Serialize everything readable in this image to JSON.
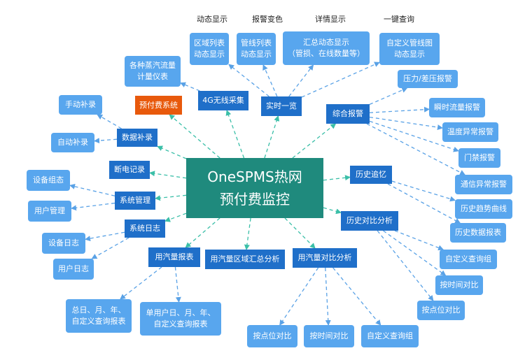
{
  "captions": [
    "动态显示",
    "报警变色",
    "详情显示",
    "一键查询"
  ],
  "center": {
    "line1": "OneSPMS热网",
    "line2": "预付费监控"
  },
  "nodes": {
    "shishi": "实时一览",
    "wuxian": "4G无线采集",
    "yufufei": "预付费系统",
    "shuju": "数据补录",
    "duandian": "断电记录",
    "xitong_guanli": "系统管理",
    "xitong_rizhi": "系统日志",
    "baobiao": "用汽量报表",
    "quyu_fenxi": "用汽量区域汇总分析",
    "duibi_fenxi": "用汽量对比分析",
    "lishi_duibi": "历史对比分析",
    "lishi_zhuiyi": "历史追忆",
    "zonghe_baojing": "综合报警",
    "quyu_liebiao": "区域列表\n动态显示",
    "guanxian_liebiao": "管线列表\n动态显示",
    "huizong_dongtai": "汇总动态显示\n（管损、在线数量等）",
    "zidingyi_guanxian": "自定义管线图\n动态显示",
    "zhengqi_yibiao": "各种蒸汽流量\n计量仪表",
    "shoudong_bulu": "手动补录",
    "zidong_bulu": "自动补录",
    "shebei_zutai": "设备组态",
    "yonghu_guanli": "用户管理",
    "shebei_rizhi": "设备日志",
    "yonghu_rizhi": "用户日志",
    "zong_baobiao": "总日、月、年、\n自定义查询报表",
    "dan_baobiao": "单用户日、月、年、\n自定义查询报表",
    "dianwei_a": "按点位对比",
    "shijian_a": "按时间对比",
    "zidingyi_a": "自定义查询组",
    "yali_baojing": "压力/差压报警",
    "shunshi_baojing": "瞬时流量报警",
    "wendu_baojing": "温度异常报警",
    "menjin_baojing": "门禁报警",
    "tongxin_baojing": "通信异常报警",
    "qushi_quxian": "历史趋势曲线",
    "shuju_baobiao": "历史数据报表",
    "zidingyi_b": "自定义查询组",
    "shijian_b": "按时间对比",
    "dianwei_b": "按点位对比"
  },
  "colors": {
    "center": "#1f8a7d",
    "primary": "#1f6fc9",
    "secondary": "#58a6ee",
    "accent": "#e8590c",
    "link_center": "#3bbfa8",
    "link_branch": "#5aa2e6"
  }
}
